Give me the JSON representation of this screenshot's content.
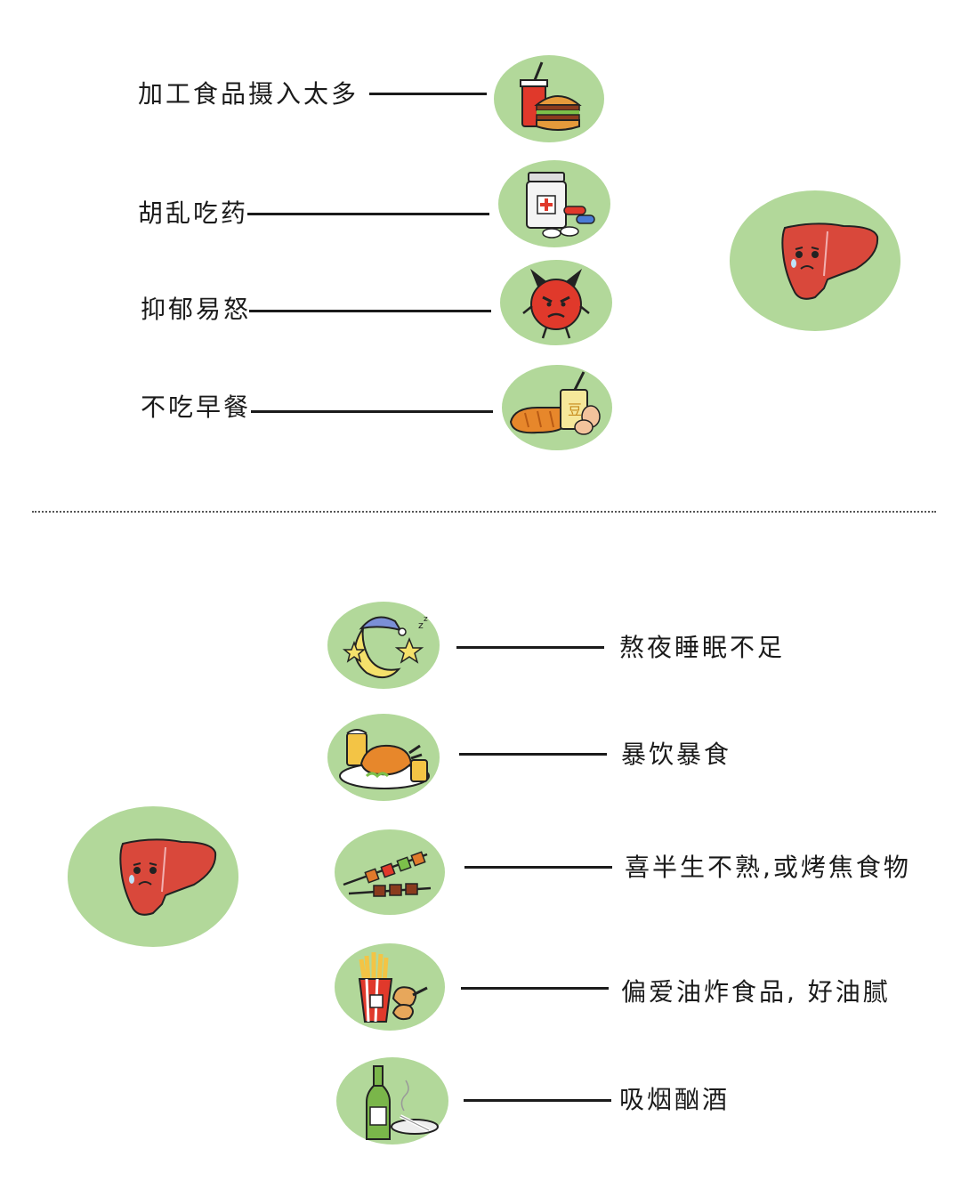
{
  "top_section": {
    "items": [
      {
        "label": "加工食品摄入太多",
        "icon": "burger-soda-icon"
      },
      {
        "label": "胡乱吃药",
        "icon": "medicine-pills-icon"
      },
      {
        "label": "抑郁易怒",
        "icon": "angry-devil-icon"
      },
      {
        "label": "不吃早餐",
        "icon": "bread-drink-icon"
      }
    ],
    "outcome_icon": "sad-liver-icon"
  },
  "bottom_section": {
    "items": [
      {
        "label": "熬夜睡眠不足",
        "icon": "sleepy-moon-icon"
      },
      {
        "label": "暴饮暴食",
        "icon": "roast-chicken-beer-icon"
      },
      {
        "label": "喜半生不熟,或烤焦食物",
        "icon": "skewers-icon"
      },
      {
        "label": "偏爱油炸食品, 好油腻",
        "icon": "fries-chicken-icon"
      },
      {
        "label": "吸烟酗酒",
        "icon": "wine-cigarette-icon"
      }
    ],
    "outcome_icon": "sad-liver-icon"
  },
  "colors": {
    "circle": "#b2d89a",
    "liver": "#d9483b",
    "text": "#1b1b1b"
  }
}
